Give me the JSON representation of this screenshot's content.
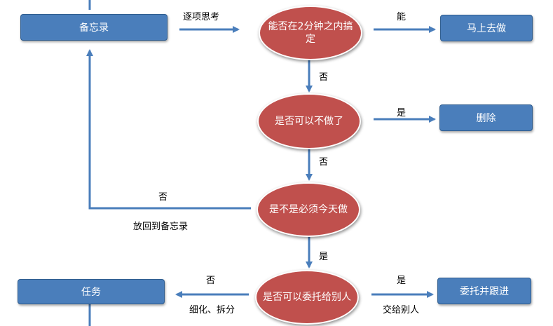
{
  "colors": {
    "box": "#4a7ebb",
    "ellipse": "#c0504d",
    "arrow": "#4a7ebb"
  },
  "nodes": {
    "memo": "备忘录",
    "q_two_min": "能否在2分钟之内搞定",
    "do_now": "马上去做",
    "q_can_skip": "是否可以不做了",
    "delete": "删除",
    "q_must_today": "是不是必须今天做",
    "q_delegate": "是否可以委托给别人",
    "delegate_follow": "委托并跟进",
    "task": "任务"
  },
  "edges": {
    "memo_to_q": "逐项思考",
    "yes_can": "能",
    "no_1": "否",
    "yes_delete": "是",
    "no_2": "否",
    "no_back": "否",
    "back_label": "放回到备忘录",
    "yes_today": "是",
    "no_task": "否",
    "task_sub": "细化、拆分",
    "yes_delegate": "是",
    "delegate_sub": "交给别人"
  }
}
